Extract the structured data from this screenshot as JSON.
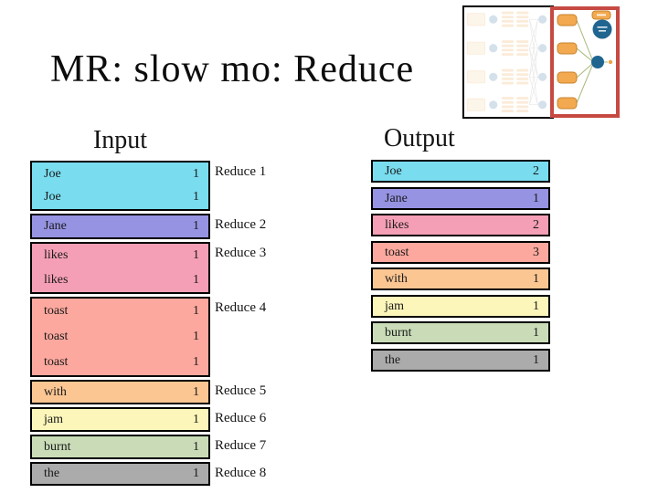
{
  "theme": {
    "background": "#ffffff",
    "accent_red": "#c64a42",
    "node_blue": "#1f6590",
    "box_orange": "#f2a950",
    "box_orange_border": "#c8832c",
    "line_olive": "#a9b87c",
    "faded_tan": "#f5ce9b",
    "faded_bar_orange": "#efa143",
    "faded_blue": "#2e6e99"
  },
  "slide": {
    "title": "MR: slow mo: Reduce"
  },
  "input": {
    "heading": "Input",
    "groups": [
      {
        "reduce_label": "Reduce 1",
        "color": "#79dcef",
        "rows": [
          {
            "key": "Joe",
            "value": "1"
          },
          {
            "key": "Joe",
            "value": "1"
          }
        ]
      },
      {
        "reduce_label": "Reduce 2",
        "color": "#9693e3",
        "rows": [
          {
            "key": "Jane",
            "value": "1"
          }
        ]
      },
      {
        "reduce_label": "Reduce 3",
        "color": "#f59fb6",
        "rows": [
          {
            "key": "likes",
            "value": "1"
          },
          {
            "key": "likes",
            "value": "1"
          }
        ]
      },
      {
        "reduce_label": "Reduce 4",
        "color": "#fca89e",
        "rows": [
          {
            "key": "toast",
            "value": "1"
          },
          {
            "key": "toast",
            "value": "1"
          },
          {
            "key": "toast",
            "value": "1"
          }
        ]
      },
      {
        "reduce_label": "Reduce 5",
        "color": "#fcc693",
        "rows": [
          {
            "key": "with",
            "value": "1"
          }
        ]
      },
      {
        "reduce_label": "Reduce 6",
        "color": "#fdf6bb",
        "rows": [
          {
            "key": "jam",
            "value": "1"
          }
        ]
      },
      {
        "reduce_label": "Reduce 7",
        "color": "#c9dcb7",
        "rows": [
          {
            "key": "burnt",
            "value": "1"
          }
        ]
      },
      {
        "reduce_label": "Reduce 8",
        "color": "#ababab",
        "rows": [
          {
            "key": "the",
            "value": "1"
          }
        ]
      }
    ]
  },
  "output": {
    "heading": "Output",
    "rows": [
      {
        "key": "Joe",
        "value": "2",
        "color": "#79dcef"
      },
      {
        "key": "Jane",
        "value": "1",
        "color": "#9693e3"
      },
      {
        "key": "likes",
        "value": "2",
        "color": "#f59fb6"
      },
      {
        "key": "toast",
        "value": "3",
        "color": "#fca89e"
      },
      {
        "key": "with",
        "value": "1",
        "color": "#fcc693"
      },
      {
        "key": "jam",
        "value": "1",
        "color": "#fdf6bb"
      },
      {
        "key": "burnt",
        "value": "1",
        "color": "#c9dcb7"
      },
      {
        "key": "the",
        "value": "1",
        "color": "#ababab"
      }
    ]
  }
}
